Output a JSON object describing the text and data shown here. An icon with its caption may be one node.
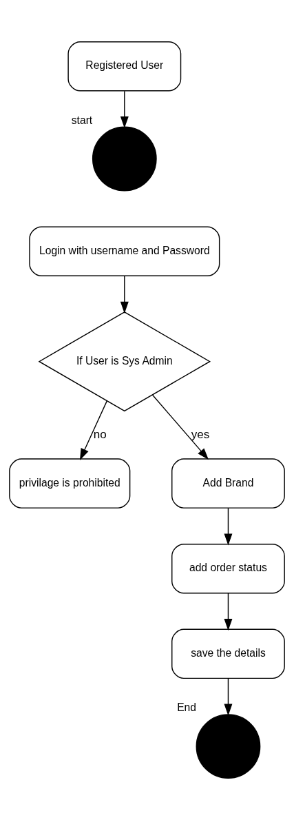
{
  "diagram": {
    "nodes": [
      {
        "text": [
          "Registered User"
        ]
      },
      {
        "text": [],
        "shape": "circle",
        "beside": [
          "start"
        ]
      },
      {
        "text": [
          "Login with username and Password"
        ]
      },
      {
        "text": [
          "If User is Sys Admin"
        ]
      },
      {
        "text": [
          "privilage is prohibited"
        ]
      },
      {
        "text": [
          "Add Brand"
        ]
      },
      {
        "text": [
          "add order status"
        ]
      },
      {
        "text": [
          "save the details"
        ]
      },
      {
        "text": [],
        "shape": "circle",
        "beside": [
          "End"
        ]
      }
    ],
    "edges": [
      {
        "from": 0,
        "to": 1,
        "arrow": "to"
      },
      {
        "from": 2,
        "to": 3,
        "arrow": "to"
      },
      {
        "from": 3,
        "to": 4,
        "arrow": "to",
        "label": "no"
      },
      {
        "from": 3,
        "to": 5,
        "arrow": "to",
        "label": "yes"
      },
      {
        "from": 5,
        "to": 6,
        "arrow": "to"
      },
      {
        "from": 6,
        "to": 7,
        "arrow": "to"
      },
      {
        "from": 7,
        "to": 8,
        "arrow": "to"
      }
    ]
  }
}
